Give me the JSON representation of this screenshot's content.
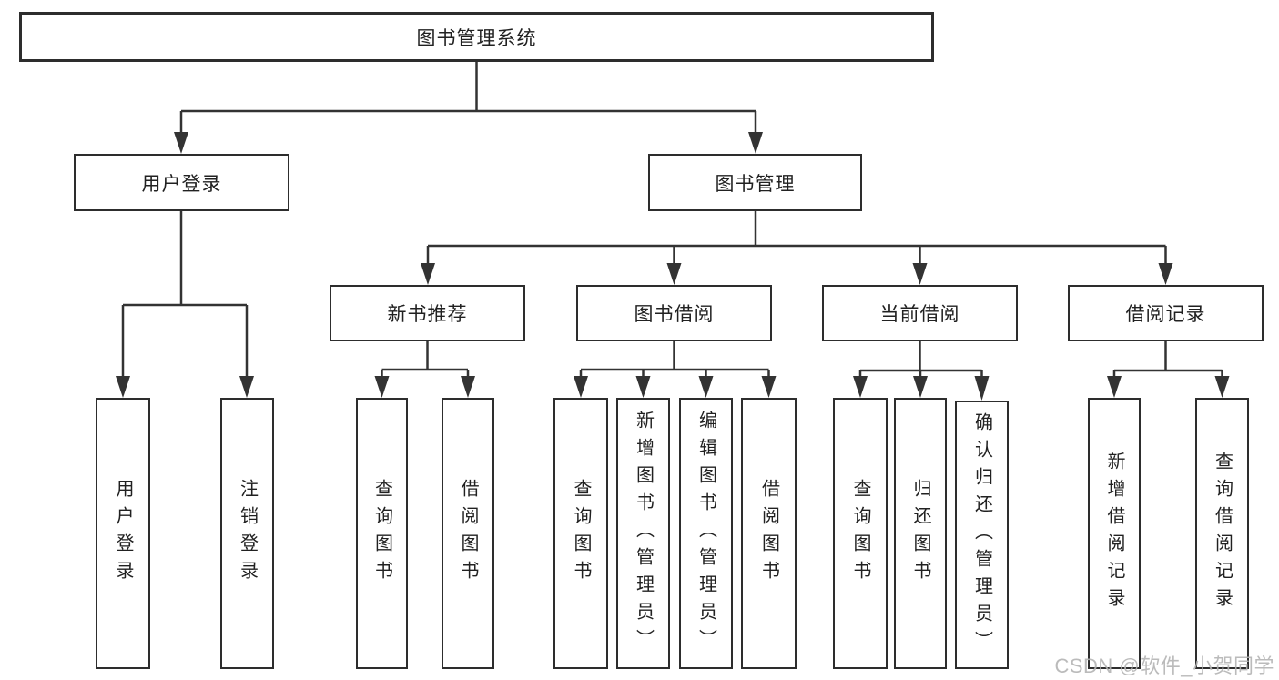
{
  "diagram_type": "hierarchy-flowchart",
  "tree": {
    "label": "图书管理系统",
    "children": [
      {
        "label": "用户登录",
        "children": [
          {
            "label": "用户登录"
          },
          {
            "label": "注销登录"
          }
        ]
      },
      {
        "label": "图书管理",
        "children": [
          {
            "label": "新书推荐",
            "children": [
              {
                "label": "查询图书"
              },
              {
                "label": "借阅图书"
              }
            ]
          },
          {
            "label": "图书借阅",
            "children": [
              {
                "label": "查询图书"
              },
              {
                "label": "新增图书（管理员）"
              },
              {
                "label": "编辑图书（管理员）"
              },
              {
                "label": "借阅图书"
              }
            ]
          },
          {
            "label": "当前借阅",
            "children": [
              {
                "label": "查询图书"
              },
              {
                "label": "归还图书"
              },
              {
                "label": "确认归还（管理员）"
              }
            ]
          },
          {
            "label": "借阅记录",
            "children": [
              {
                "label": "新增借阅记录"
              },
              {
                "label": "查询借阅记录"
              }
            ]
          }
        ]
      }
    ]
  },
  "watermark": {
    "text": "CSDN @软件_小贺同学"
  },
  "colors": {
    "background": "#ffffff",
    "box_border": "#2d2d2d",
    "connector": "#333333",
    "node_text": "#212121",
    "watermark_text": "#b4b4b4"
  }
}
